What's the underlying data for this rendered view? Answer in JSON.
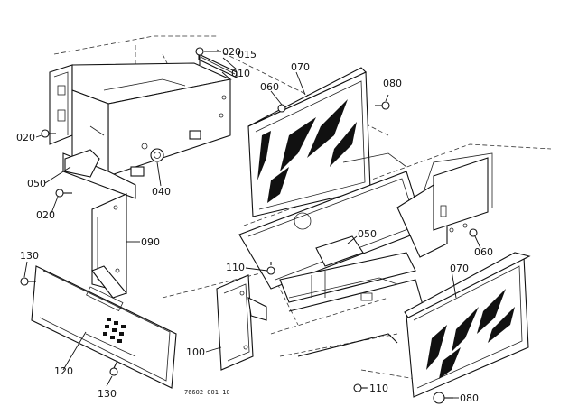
{
  "drawing_code": "76602 001 10",
  "parts": [
    {
      "id": "p020a",
      "number": "020"
    },
    {
      "id": "p015",
      "number": "015"
    },
    {
      "id": "p010",
      "number": "010"
    },
    {
      "id": "p070a",
      "number": "070"
    },
    {
      "id": "p080a",
      "number": "080"
    },
    {
      "id": "p060a",
      "number": "060"
    },
    {
      "id": "p020b",
      "number": "020"
    },
    {
      "id": "p050a",
      "number": "050"
    },
    {
      "id": "p040",
      "number": "040"
    },
    {
      "id": "p020c",
      "number": "020"
    },
    {
      "id": "p090",
      "number": "090"
    },
    {
      "id": "p050b",
      "number": "050"
    },
    {
      "id": "p060b",
      "number": "060"
    },
    {
      "id": "p070b",
      "number": "070"
    },
    {
      "id": "p110a",
      "number": "110"
    },
    {
      "id": "p130a",
      "number": "130"
    },
    {
      "id": "p100",
      "number": "100"
    },
    {
      "id": "p120",
      "number": "120"
    },
    {
      "id": "p130b",
      "number": "130"
    },
    {
      "id": "p110b",
      "number": "110"
    },
    {
      "id": "p080b",
      "number": "080"
    }
  ]
}
